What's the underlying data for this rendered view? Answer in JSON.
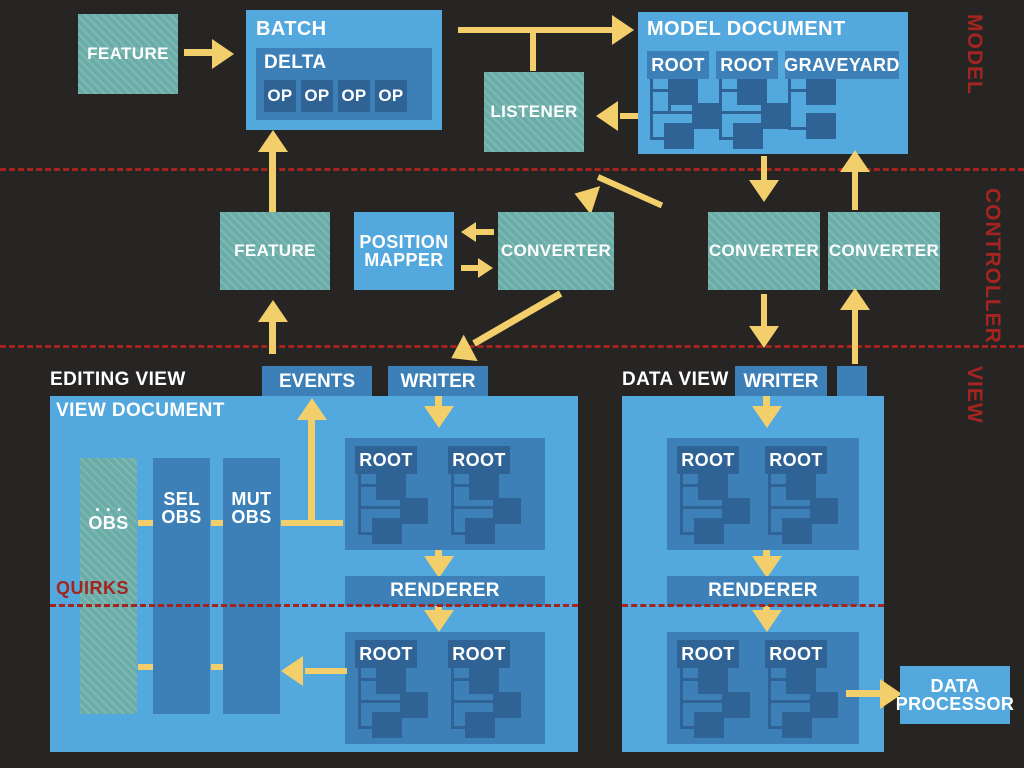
{
  "diagram": {
    "title": "CKEditor 5 MVC architecture overview",
    "background": "#262524",
    "colors": {
      "accent_red": "#a4241f",
      "arrow_yellow": "#f2cf6a",
      "blue_light": "#53a8dd",
      "blue_mid": "#3d80b8",
      "blue_dark": "#2f6395",
      "teal_hatched": "#6aada8"
    }
  },
  "layers": [
    {
      "name": "model",
      "label": "MODEL"
    },
    {
      "name": "controller",
      "label": "CONTROLLER"
    },
    {
      "name": "view",
      "label": "VIEW"
    }
  ],
  "model": {
    "feature": {
      "label": "FEATURE",
      "style": "teal-hatched"
    },
    "batch": {
      "label": "BATCH",
      "delta": {
        "label": "DELTA",
        "ops": [
          "OP",
          "OP",
          "OP",
          "OP"
        ]
      }
    },
    "listener": {
      "label": "LISTENER",
      "style": "teal-hatched"
    },
    "model_document": {
      "label": "MODEL DOCUMENT",
      "sections": [
        "ROOT",
        "ROOT",
        "GRAVEYARD"
      ]
    }
  },
  "controller": {
    "feature": {
      "label": "FEATURE",
      "style": "teal-hatched"
    },
    "position_mapper": {
      "label": "POSITION\nMAPPER",
      "line1": "POSITION",
      "line2": "MAPPER",
      "style": "blue"
    },
    "converter_editing": {
      "label": "CONVERTER",
      "style": "teal-hatched"
    },
    "converter_data_down": {
      "label": "CONVERTER",
      "style": "teal-hatched"
    },
    "converter_data_up": {
      "label": "CONVERTER",
      "style": "teal-hatched"
    }
  },
  "view": {
    "editing_view": {
      "title": "EDITING VIEW",
      "tabs": [
        {
          "label": "EVENTS"
        },
        {
          "label": "WRITER"
        }
      ],
      "document": {
        "title": "VIEW DOCUMENT",
        "observers": [
          {
            "line1": ". . .",
            "line2": "OBS",
            "style": "teal-hatched"
          },
          {
            "line1": "SEL",
            "line2": "OBS",
            "style": "blue"
          },
          {
            "line1": "MUT",
            "line2": "OBS",
            "style": "blue"
          }
        ],
        "upper_roots": [
          "ROOT",
          "ROOT"
        ],
        "renderer": {
          "label": "RENDERER"
        },
        "lower_roots": [
          "ROOT",
          "ROOT"
        ]
      },
      "quirks_label": "QUIRKS"
    },
    "data_view": {
      "title": "DATA VIEW",
      "tabs": [
        {
          "label": "WRITER"
        },
        {
          "label": ""
        }
      ],
      "upper_roots": [
        "ROOT",
        "ROOT"
      ],
      "renderer": {
        "label": "RENDERER"
      },
      "lower_roots": [
        "ROOT",
        "ROOT"
      ]
    },
    "data_processor": {
      "line1": "DATA",
      "line2": "PROCESSOR"
    }
  }
}
